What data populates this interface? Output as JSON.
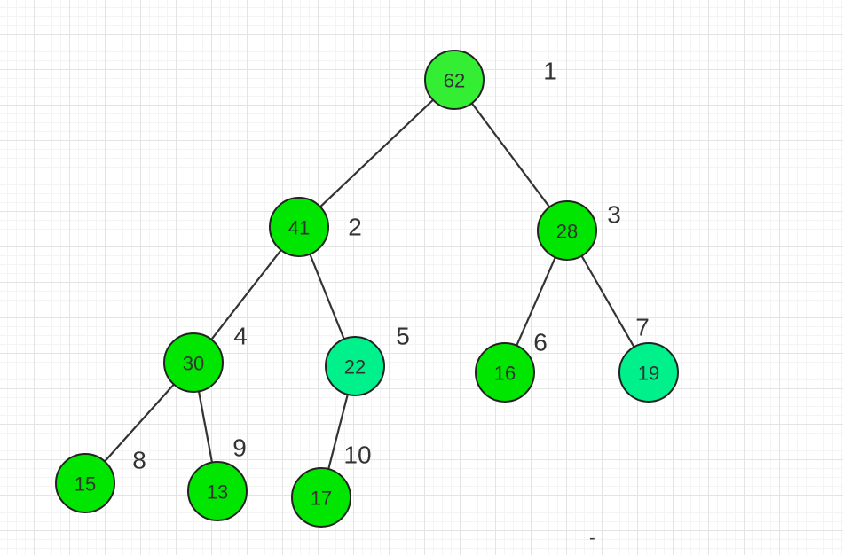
{
  "colors": {
    "node_green": "#00e600",
    "node_mint": "#00f08c",
    "node_root": "#33ee33",
    "edge": "#333333",
    "stroke": "#222222",
    "text": "#333333"
  },
  "tree": {
    "nodes": [
      {
        "id": "n1",
        "value": "62",
        "index": "1",
        "color": "root"
      },
      {
        "id": "n2",
        "value": "41",
        "index": "2",
        "color": "green"
      },
      {
        "id": "n3",
        "value": "28",
        "index": "3",
        "color": "green"
      },
      {
        "id": "n4",
        "value": "30",
        "index": "4",
        "color": "green"
      },
      {
        "id": "n5",
        "value": "22",
        "index": "5",
        "color": "mint"
      },
      {
        "id": "n6",
        "value": "16",
        "index": "6",
        "color": "green"
      },
      {
        "id": "n7",
        "value": "19",
        "index": "7",
        "color": "mint"
      },
      {
        "id": "n8",
        "value": "15",
        "index": "8",
        "color": "green"
      },
      {
        "id": "n9",
        "value": "13",
        "index": "9",
        "color": "green"
      },
      {
        "id": "n10",
        "value": "17",
        "index": "10",
        "color": "green"
      }
    ],
    "edges": [
      [
        "n1",
        "n2"
      ],
      [
        "n1",
        "n3"
      ],
      [
        "n2",
        "n4"
      ],
      [
        "n2",
        "n5"
      ],
      [
        "n3",
        "n6"
      ],
      [
        "n3",
        "n7"
      ],
      [
        "n4",
        "n8"
      ],
      [
        "n4",
        "n9"
      ],
      [
        "n5",
        "n10"
      ]
    ]
  },
  "stray_mark": "-"
}
